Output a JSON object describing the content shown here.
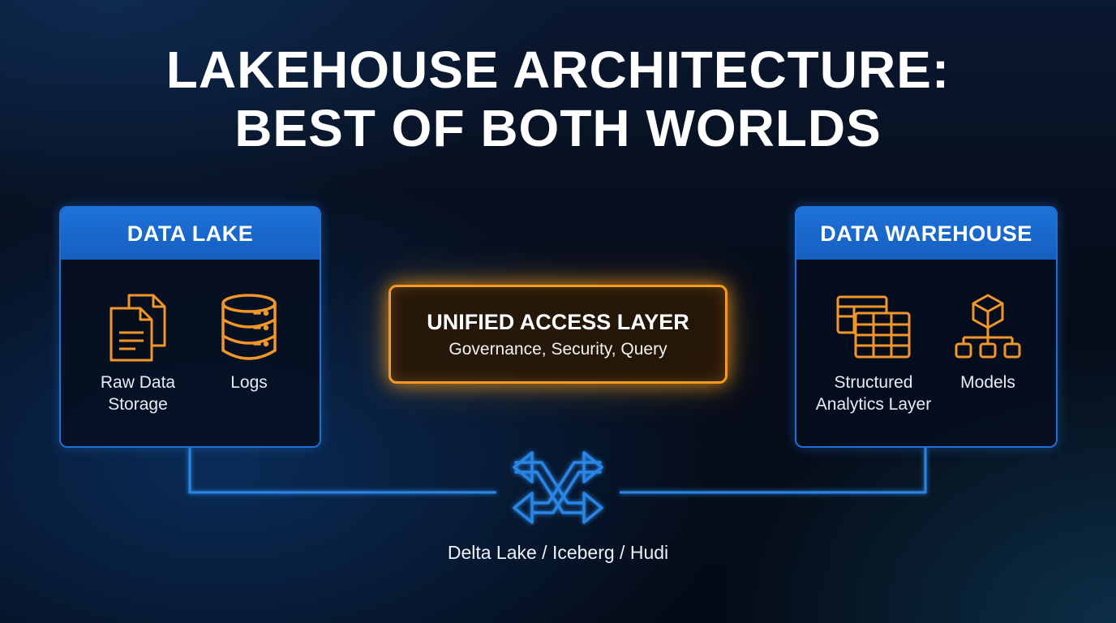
{
  "title": {
    "line1": "LAKEHOUSE ARCHITECTURE:",
    "line2": "BEST OF BOTH WORLDS"
  },
  "data_lake": {
    "header": "DATA LAKE",
    "items": [
      {
        "label_line1": "Raw Data",
        "label_line2": "Storage",
        "icon": "documents-icon"
      },
      {
        "label_line1": "Logs",
        "icon": "database-icon"
      }
    ]
  },
  "unified_layer": {
    "title": "UNIFIED ACCESS LAYER",
    "subtitle": "Governance, Security, Query"
  },
  "data_warehouse": {
    "header": "DATA WAREHOUSE",
    "items": [
      {
        "label_line1": "Structured",
        "label_line2": "Analytics Layer",
        "icon": "tables-icon"
      },
      {
        "label_line1": "Models",
        "icon": "hierarchy-icon"
      }
    ]
  },
  "table_formats": {
    "label": "Delta Lake / Iceberg / Hudi",
    "icon": "shuffle-arrows-icon"
  },
  "colors": {
    "blue_accent": "#1f6fd6",
    "orange_accent": "#f59a1e",
    "icon_orange": "#f0962a",
    "background": "#060d1a"
  }
}
